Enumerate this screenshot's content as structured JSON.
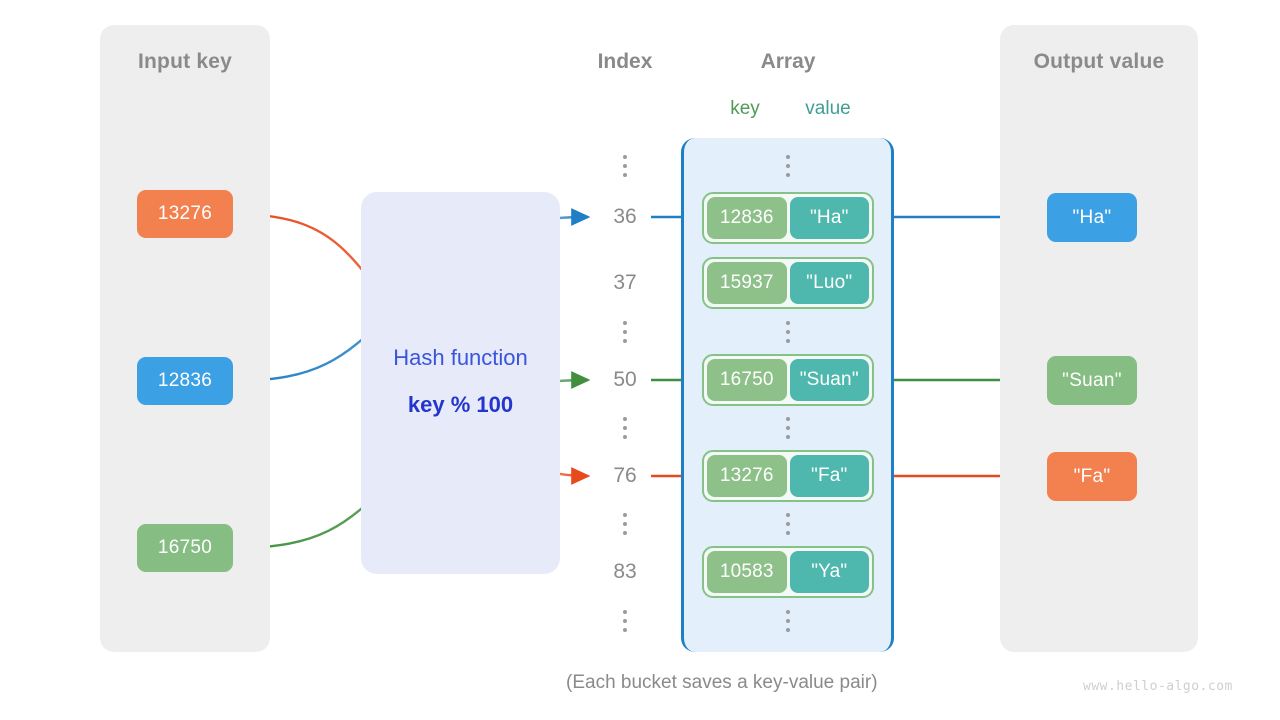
{
  "colors": {
    "orange": "#f3814f",
    "blue": "#3ba0e4",
    "green": "#86bd82",
    "teal": "#4fb8ae",
    "panel_gray": "#eeeeee",
    "hash_bg": "#e6eaf9",
    "hash_text": "#3b53dd",
    "array_bg": "#e3f0fb",
    "array_border": "#1f7fc4",
    "label_gray": "#8a8a8a"
  },
  "input_panel": {
    "title": "Input key",
    "keys": [
      {
        "label": "13276",
        "color": "#f3814f"
      },
      {
        "label": "12836",
        "color": "#3ba0e4"
      },
      {
        "label": "16750",
        "color": "#86bd82"
      }
    ]
  },
  "hash_function": {
    "label": "Hash function",
    "formula": "key % 100"
  },
  "index_column": {
    "title": "Index",
    "entries": [
      {
        "type": "ellipsis"
      },
      {
        "type": "index",
        "label": "36"
      },
      {
        "type": "index",
        "label": "37"
      },
      {
        "type": "ellipsis"
      },
      {
        "type": "index",
        "label": "50"
      },
      {
        "type": "ellipsis"
      },
      {
        "type": "index",
        "label": "76"
      },
      {
        "type": "ellipsis"
      },
      {
        "type": "index",
        "label": "83"
      },
      {
        "type": "ellipsis"
      }
    ]
  },
  "array_column": {
    "title": "Array",
    "key_header": "key",
    "value_header": "value",
    "buckets": [
      {
        "key": "12836",
        "value": "\"Ha\""
      },
      {
        "key": "15937",
        "value": "\"Luo\""
      },
      {
        "key": "16750",
        "value": "\"Suan\""
      },
      {
        "key": "13276",
        "value": "\"Fa\""
      },
      {
        "key": "10583",
        "value": "\"Ya\""
      }
    ]
  },
  "output_panel": {
    "title": "Output value",
    "values": [
      {
        "label": "\"Ha\"",
        "color": "#3ba0e4"
      },
      {
        "label": "\"Suan\"",
        "color": "#86bd82"
      },
      {
        "label": "\"Fa\"",
        "color": "#f3814f"
      }
    ]
  },
  "footer": {
    "caption": "(Each bucket saves a key-value pair)",
    "watermark": "www.hello-algo.com"
  }
}
